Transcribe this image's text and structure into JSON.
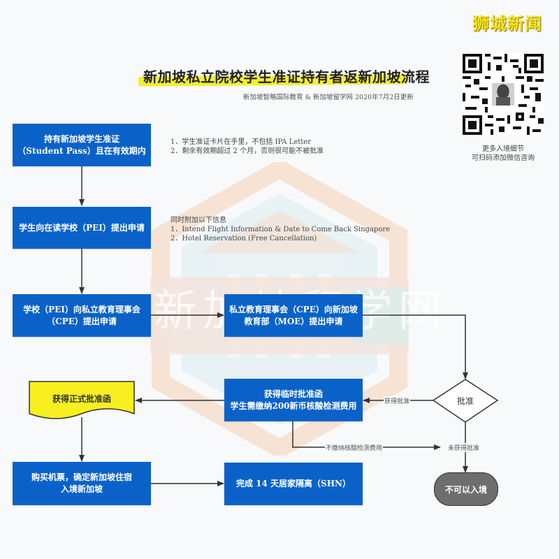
{
  "brand": {
    "label": "狮城新闻",
    "color": "#f5e11a"
  },
  "header": {
    "title": "新加坡私立院校学生准证持有者返新加坡流程",
    "subtitle": "新加坡智略国际教育 & 新加坡留学网 2020年7月2日更新",
    "highlight_color": "#f3ef2f"
  },
  "qr": {
    "icon": "qr-code-icon",
    "caption_line1": "更多入境细节",
    "caption_line2": "可扫码添加微信咨询"
  },
  "watermark": {
    "text": "新加坡留学网"
  },
  "colors": {
    "process_box": "#0a62c9",
    "document_box": "#f7ef1f",
    "terminal": "#6e6e6e",
    "connector": "#333333",
    "background": "#f8f9fb"
  },
  "nodes": {
    "step1": {
      "line1": "持有新加坡学生准证",
      "line2": "（Student Pass）且在有效期内"
    },
    "step2": {
      "line1": "学生向在读学校（PEI）提出申请"
    },
    "step3": {
      "line1": "学校（PEI）向私立教育理事会",
      "line2": "（CPE）提出申请"
    },
    "step4": {
      "line1": "私立教育理事会（CPE）向新加坡",
      "line2": "教育部（MOE）提出申请"
    },
    "decision": {
      "label": "批准"
    },
    "step5": {
      "line1": "获得临时批准函",
      "line2": "学生需缴纳200新币核酸检测费用"
    },
    "doc": {
      "label": "获得正式批准函"
    },
    "step6": {
      "line1": "购买机票，确定新加坡住宿",
      "line2": "入境新加坡"
    },
    "step7": {
      "line1": "完成 14 天居家隔离（SHN）"
    },
    "terminal": {
      "label": "不可以入境"
    }
  },
  "notes": {
    "step1": [
      "1．学生准证卡片在手里，不包括 IPA Letter",
      "2．剩余有效期超过 2 个月，否则很可能不被批准"
    ],
    "step2": [
      "同时附加以下信息",
      "1．Intend Flight Information & Date to Come Back Singapore",
      "2．Hotel Reservation (Free Cancellation)"
    ]
  },
  "edges": {
    "approved": "获得批准",
    "no_fee": "不缴纳核酸检测费用",
    "not_approved": "未获得批准"
  }
}
